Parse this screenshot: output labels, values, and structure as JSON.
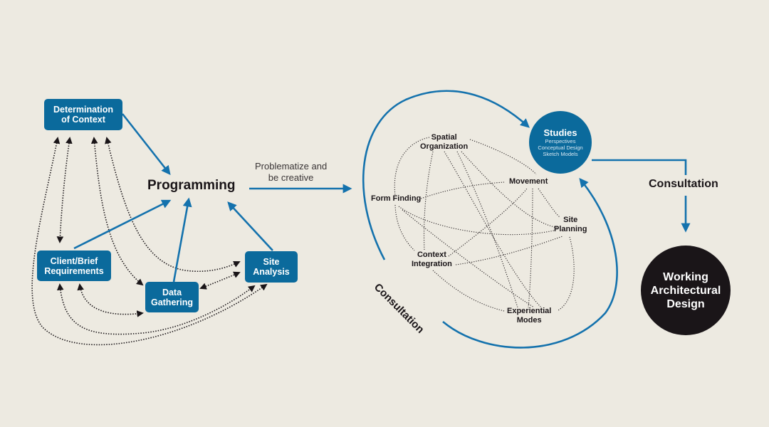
{
  "colors": {
    "background": "#edeae1",
    "accent_blue": "#0b6a9c",
    "arrow_blue": "#1472ad",
    "ink": "#1a1518"
  },
  "left_cluster": {
    "determination": [
      "Determination",
      "of Context"
    ],
    "client": [
      "Client/Brief",
      "Requirements"
    ],
    "data": [
      "Data",
      "Gathering"
    ],
    "site": [
      "Site",
      "Analysis"
    ],
    "programming": "Programming"
  },
  "transition_label": [
    "Problematize and",
    "be creative"
  ],
  "network": {
    "spatial": [
      "Spatial",
      "Organization"
    ],
    "movement": "Movement",
    "form": "Form Finding",
    "site_planning": [
      "Site",
      "Planning"
    ],
    "context": [
      "Context",
      "Integration"
    ],
    "experiential": [
      "Experiential",
      "Modes"
    ],
    "loop_label": "Consultation"
  },
  "studies": {
    "title": "Studies",
    "items": [
      "Perspectives",
      "Conceptual Design",
      "Sketch Models"
    ]
  },
  "consultation_label": "Consultation",
  "final": [
    "Working",
    "Architectural",
    "Design"
  ]
}
